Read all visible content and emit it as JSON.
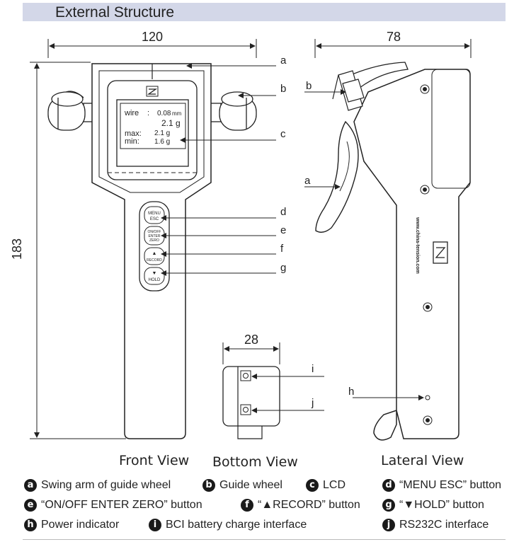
{
  "title": "External Structure",
  "dimensions": {
    "front_width": "120",
    "lateral_width": "78",
    "height": "183",
    "bottom_width": "28"
  },
  "callouts": {
    "front": [
      "a",
      "b",
      "c",
      "d",
      "e",
      "f",
      "g"
    ],
    "lateral": [
      "b",
      "a",
      "h"
    ],
    "bottom": [
      "i",
      "j"
    ]
  },
  "lcd": {
    "wire_label": "wire",
    "wire_colon": ":",
    "wire_value": "0.08",
    "wire_unit": "mm",
    "current": "2.1 g",
    "max_label": "max:",
    "max_value": "2.1 g",
    "min_label": "min:",
    "min_value": "1.6 g"
  },
  "buttons": {
    "menu": [
      "MENU",
      "ESC"
    ],
    "onoff": [
      "ON/OFF",
      "ENTER",
      "ZERO"
    ],
    "record_icon": "▲",
    "record": "RECORD",
    "hold_icon": "▼",
    "hold": "HOLD"
  },
  "url_text": "www.china-tension.com",
  "views": {
    "front": "Front View",
    "bottom": "Bottom View",
    "lateral": "Lateral View"
  },
  "legend": [
    {
      "badge": "a",
      "text": "Swing arm of guide wheel"
    },
    {
      "badge": "b",
      "text": "Guide wheel"
    },
    {
      "badge": "c",
      "text": "LCD"
    },
    {
      "badge": "d",
      "text": "“MENU ESC” button"
    },
    {
      "badge": "e",
      "text": "“ON/OFF ENTER ZERO” button"
    },
    {
      "badge": "f",
      "text": "“▲RECORD” button"
    },
    {
      "badge": "g",
      "text": "“▼HOLD” button"
    },
    {
      "badge": "h",
      "text": "Power indicator"
    },
    {
      "badge": "i",
      "text": "BCI battery charge interface"
    },
    {
      "badge": "j",
      "text": "RS232C interface"
    }
  ]
}
